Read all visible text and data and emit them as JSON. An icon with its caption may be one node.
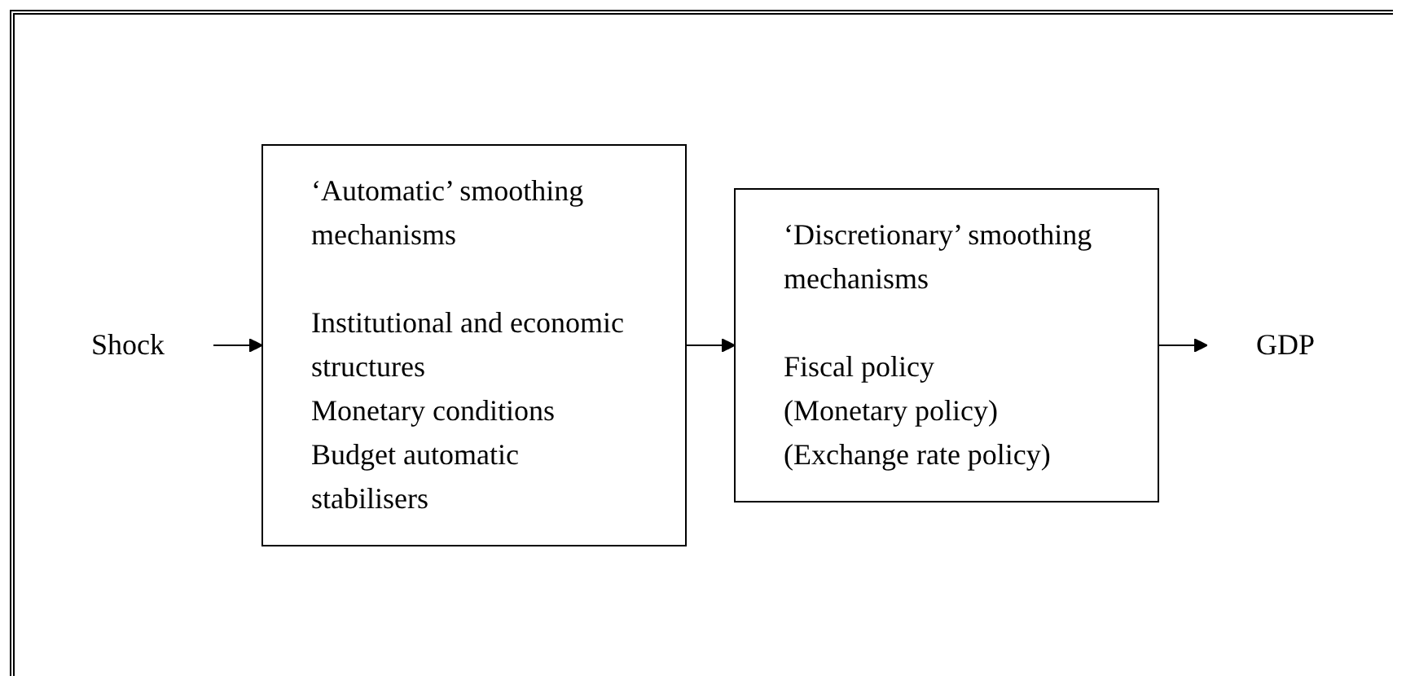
{
  "diagram": {
    "nodes": [
      {
        "text": [
          "Shock"
        ]
      },
      {
        "text": [
          "‘Automatic’ smoothing mechanisms",
          "Institutional and economic structures",
          "Monetary conditions",
          "Budget automatic stabilisers"
        ]
      },
      {
        "text": [
          "‘Discretionary’ smoothing mechanisms",
          "Fiscal policy",
          "(Monetary policy)",
          "(Exchange rate policy)"
        ]
      },
      {
        "text": [
          "GDP"
        ]
      }
    ],
    "edges": [
      {
        "from": 0,
        "to": 1,
        "arrow": "to"
      },
      {
        "from": 1,
        "to": 2,
        "arrow": "to"
      },
      {
        "from": 2,
        "to": 3,
        "arrow": "to"
      }
    ]
  }
}
